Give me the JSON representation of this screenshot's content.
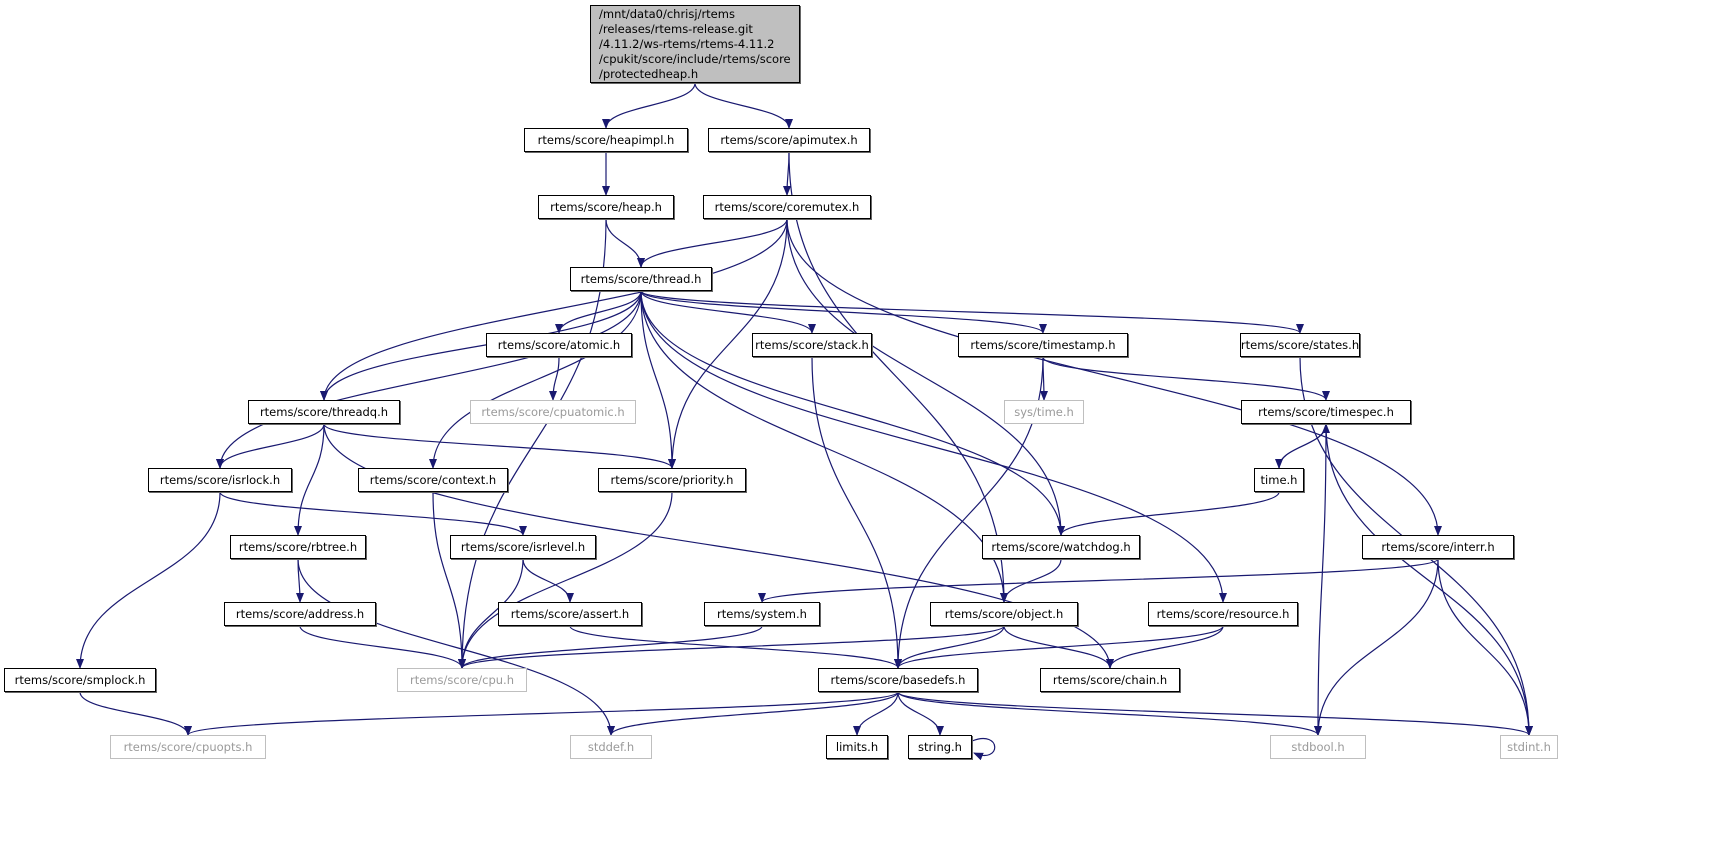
{
  "colors": {
    "edge": "#191970",
    "root_fill": "#bfbfbf",
    "undocumented_border": "#bfbfbf"
  },
  "nodes": [
    {
      "id": "protectedheap",
      "label": "/mnt/data0/chrisj/rtems\n/releases/rtems-release.git\n/4.11.2/ws-rtems/rtems-4.11.2\n/cpukit/score/include/rtems/score\n/protectedheap.h",
      "root": true
    },
    {
      "id": "heapimpl",
      "label": "rtems/score/heapimpl.h"
    },
    {
      "id": "apimutex",
      "label": "rtems/score/apimutex.h"
    },
    {
      "id": "heap",
      "label": "rtems/score/heap.h"
    },
    {
      "id": "coremutex",
      "label": "rtems/score/coremutex.h"
    },
    {
      "id": "thread",
      "label": "rtems/score/thread.h"
    },
    {
      "id": "atomic",
      "label": "rtems/score/atomic.h"
    },
    {
      "id": "stack",
      "label": "rtems/score/stack.h"
    },
    {
      "id": "timestamp",
      "label": "rtems/score/timestamp.h"
    },
    {
      "id": "states",
      "label": "rtems/score/states.h"
    },
    {
      "id": "cpuatomic",
      "label": "rtems/score/cpuatomic.h",
      "documented": false
    },
    {
      "id": "threadq",
      "label": "rtems/score/threadq.h"
    },
    {
      "id": "systime",
      "label": "sys/time.h",
      "documented": false
    },
    {
      "id": "timespec",
      "label": "rtems/score/timespec.h"
    },
    {
      "id": "isrlock",
      "label": "rtems/score/isrlock.h"
    },
    {
      "id": "context",
      "label": "rtems/score/context.h"
    },
    {
      "id": "priority",
      "label": "rtems/score/priority.h"
    },
    {
      "id": "time",
      "label": "time.h"
    },
    {
      "id": "rbtree",
      "label": "rtems/score/rbtree.h"
    },
    {
      "id": "isrlevel",
      "label": "rtems/score/isrlevel.h"
    },
    {
      "id": "watchdog",
      "label": "rtems/score/watchdog.h"
    },
    {
      "id": "interr",
      "label": "rtems/score/interr.h"
    },
    {
      "id": "address",
      "label": "rtems/score/address.h"
    },
    {
      "id": "assert",
      "label": "rtems/score/assert.h"
    },
    {
      "id": "system",
      "label": "rtems/system.h"
    },
    {
      "id": "object",
      "label": "rtems/score/object.h"
    },
    {
      "id": "resource",
      "label": "rtems/score/resource.h"
    },
    {
      "id": "smplock",
      "label": "rtems/score/smplock.h"
    },
    {
      "id": "cpu",
      "label": "rtems/score/cpu.h",
      "documented": false
    },
    {
      "id": "basedefs",
      "label": "rtems/score/basedefs.h"
    },
    {
      "id": "chain",
      "label": "rtems/score/chain.h"
    },
    {
      "id": "cpuopts",
      "label": "rtems/score/cpuopts.h",
      "documented": false
    },
    {
      "id": "stddef",
      "label": "stddef.h",
      "documented": false
    },
    {
      "id": "limits",
      "label": "limits.h"
    },
    {
      "id": "string",
      "label": "string.h"
    },
    {
      "id": "stdbool",
      "label": "stdbool.h",
      "documented": false
    },
    {
      "id": "stdint",
      "label": "stdint.h",
      "documented": false
    }
  ],
  "edges": [
    [
      "protectedheap",
      "heapimpl"
    ],
    [
      "protectedheap",
      "apimutex"
    ],
    [
      "heapimpl",
      "heap"
    ],
    [
      "apimutex",
      "coremutex"
    ],
    [
      "apimutex",
      "object"
    ],
    [
      "heap",
      "thread"
    ],
    [
      "heap",
      "cpu"
    ],
    [
      "coremutex",
      "thread"
    ],
    [
      "coremutex",
      "threadq"
    ],
    [
      "coremutex",
      "priority"
    ],
    [
      "coremutex",
      "watchdog"
    ],
    [
      "coremutex",
      "interr"
    ],
    [
      "thread",
      "threadq"
    ],
    [
      "thread",
      "isrlock"
    ],
    [
      "thread",
      "context"
    ],
    [
      "thread",
      "atomic"
    ],
    [
      "thread",
      "priority"
    ],
    [
      "thread",
      "stack"
    ],
    [
      "thread",
      "timestamp"
    ],
    [
      "thread",
      "states"
    ],
    [
      "thread",
      "watchdog"
    ],
    [
      "thread",
      "object"
    ],
    [
      "thread",
      "resource"
    ],
    [
      "atomic",
      "cpuatomic"
    ],
    [
      "stack",
      "basedefs"
    ],
    [
      "timestamp",
      "systime"
    ],
    [
      "timestamp",
      "timespec"
    ],
    [
      "timestamp",
      "basedefs"
    ],
    [
      "states",
      "stdint"
    ],
    [
      "threadq",
      "isrlock"
    ],
    [
      "threadq",
      "rbtree"
    ],
    [
      "threadq",
      "priority"
    ],
    [
      "threadq",
      "chain"
    ],
    [
      "timespec",
      "time"
    ],
    [
      "timespec",
      "stdbool"
    ],
    [
      "timespec",
      "stdint"
    ],
    [
      "time",
      "timespec"
    ],
    [
      "time",
      "watchdog"
    ],
    [
      "isrlock",
      "isrlevel"
    ],
    [
      "isrlock",
      "smplock"
    ],
    [
      "context",
      "cpu"
    ],
    [
      "priority",
      "cpu"
    ],
    [
      "rbtree",
      "address"
    ],
    [
      "rbtree",
      "stddef"
    ],
    [
      "isrlevel",
      "cpu"
    ],
    [
      "isrlevel",
      "assert"
    ],
    [
      "watchdog",
      "object"
    ],
    [
      "interr",
      "system"
    ],
    [
      "interr",
      "stdbool"
    ],
    [
      "interr",
      "stdint"
    ],
    [
      "address",
      "cpu"
    ],
    [
      "assert",
      "basedefs"
    ],
    [
      "system",
      "cpu"
    ],
    [
      "object",
      "cpu"
    ],
    [
      "object",
      "basedefs"
    ],
    [
      "object",
      "chain"
    ],
    [
      "resource",
      "basedefs"
    ],
    [
      "resource",
      "chain"
    ],
    [
      "smplock",
      "cpuopts"
    ],
    [
      "basedefs",
      "cpuopts"
    ],
    [
      "basedefs",
      "stddef"
    ],
    [
      "basedefs",
      "limits"
    ],
    [
      "basedefs",
      "string"
    ],
    [
      "basedefs",
      "stdbool"
    ],
    [
      "basedefs",
      "stdint"
    ],
    [
      "string",
      "string"
    ]
  ]
}
